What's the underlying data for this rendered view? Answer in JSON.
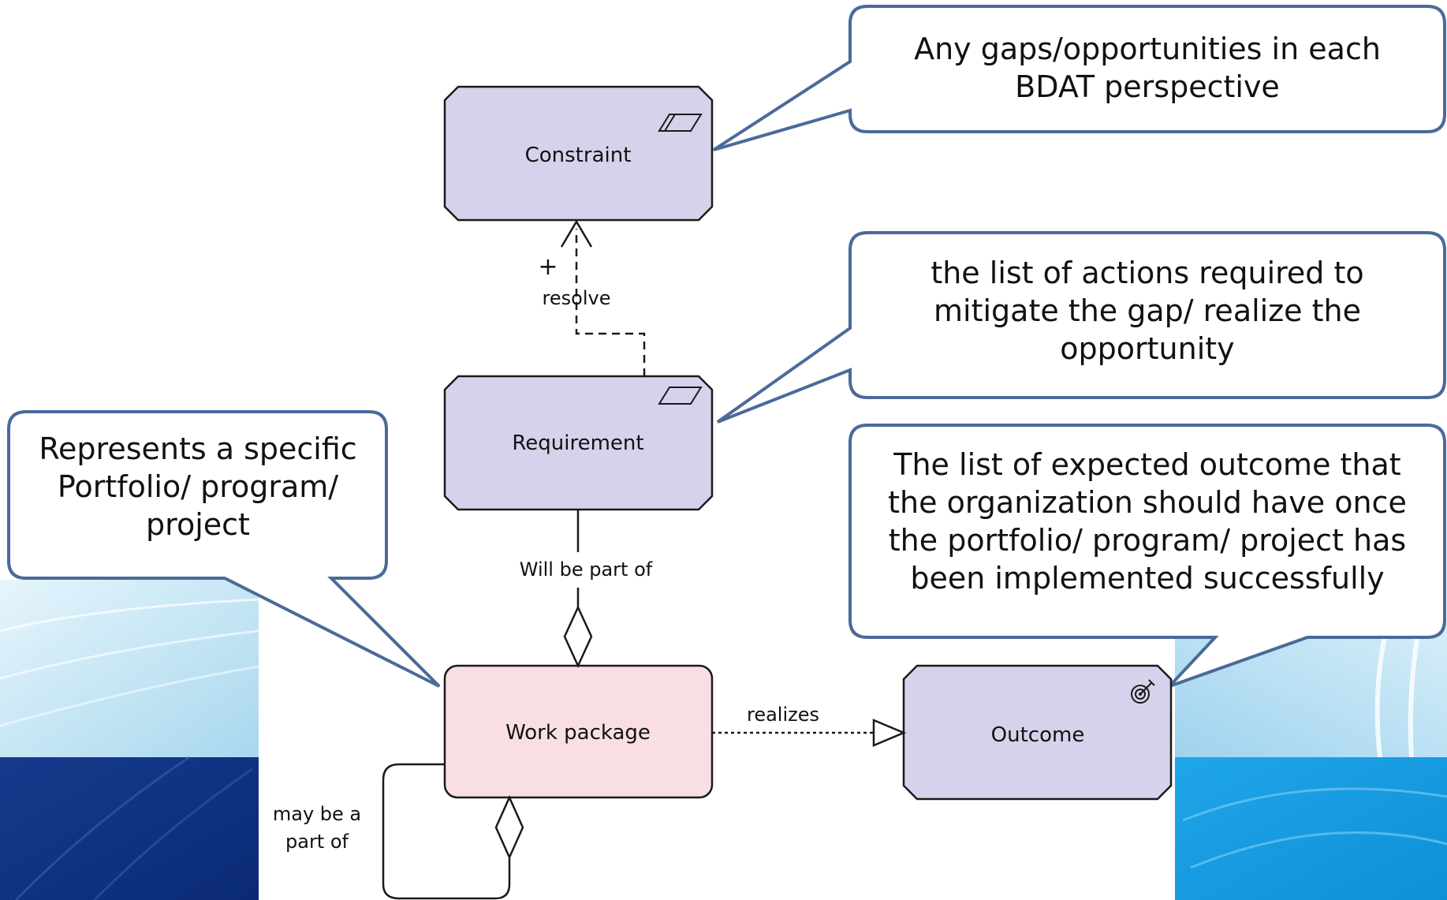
{
  "nodes": {
    "constraint": {
      "label": "Constraint",
      "icon": "constraint-parallelogram-icon"
    },
    "requirement": {
      "label": "Requirement",
      "icon": "requirement-parallelogram-icon"
    },
    "work_package": {
      "label": "Work package"
    },
    "outcome": {
      "label": "Outcome",
      "icon": "target-icon"
    }
  },
  "edges": {
    "resolve": {
      "plus": "+",
      "label": "resolve"
    },
    "will_be_part_of": {
      "label": "Will be part of"
    },
    "realizes": {
      "label": "realizes"
    },
    "self_part_of": {
      "line1": "may be a",
      "line2": "part of"
    }
  },
  "callouts": {
    "gaps": [
      "Any gaps/opportunities in each",
      "BDAT perspective"
    ],
    "actions": [
      "the list of actions required to",
      "mitigate the gap/ realize the",
      "opportunity"
    ],
    "portfolio": [
      "Represents a specific",
      "Portfolio/ program/",
      "project"
    ],
    "outcome": [
      "The list of expected outcome that",
      "the organization should have once",
      "the portfolio/ program/ project has",
      "been implemented successfully"
    ]
  },
  "colors": {
    "motivation_fill": "#d4d3eb",
    "work_package_fill": "#f9dfe4",
    "callout_stroke": "#4a6a99",
    "dark_blue": "#0c2c7a",
    "light_blue": "#bfe4f5",
    "bright_blue": "#22a7e8"
  }
}
